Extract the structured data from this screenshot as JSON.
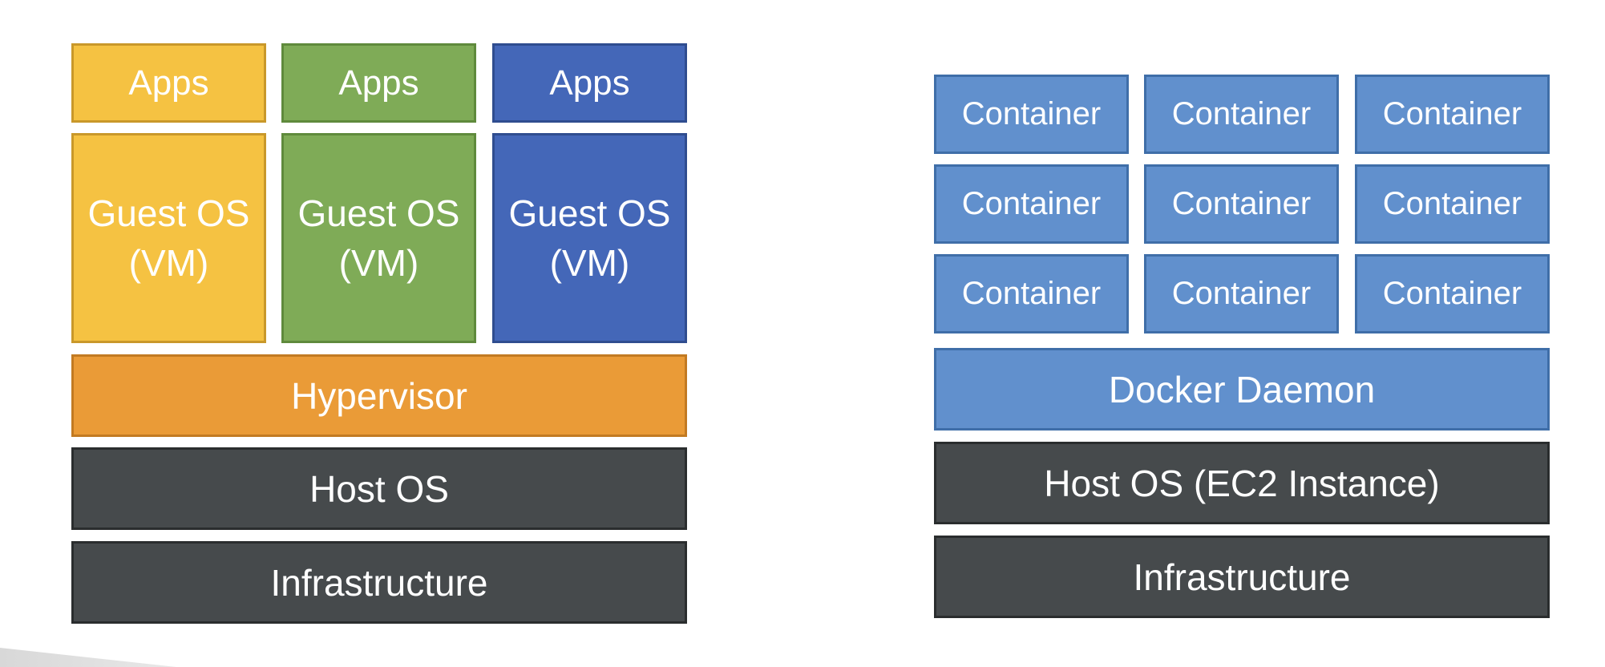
{
  "vm_stack": {
    "apps": [
      "Apps",
      "Apps",
      "Apps"
    ],
    "guest_os": [
      "Guest OS\n(VM)",
      "Guest OS\n(VM)",
      "Guest OS\n(VM)"
    ],
    "hypervisor": "Hypervisor",
    "host_os": "Host OS",
    "infrastructure": "Infrastructure"
  },
  "docker_stack": {
    "containers": [
      "Container",
      "Container",
      "Container",
      "Container",
      "Container",
      "Container",
      "Container",
      "Container",
      "Container"
    ],
    "docker_daemon": "Docker Daemon",
    "host_os": "Host OS (EC2 Instance)",
    "infrastructure": "Infrastructure"
  },
  "colors": {
    "yellow": "#f5c242",
    "green": "#7fab57",
    "navy": "#4467b8",
    "orange": "#ea9b37",
    "dark": "#464a4c",
    "container_blue": "#6190cd"
  }
}
